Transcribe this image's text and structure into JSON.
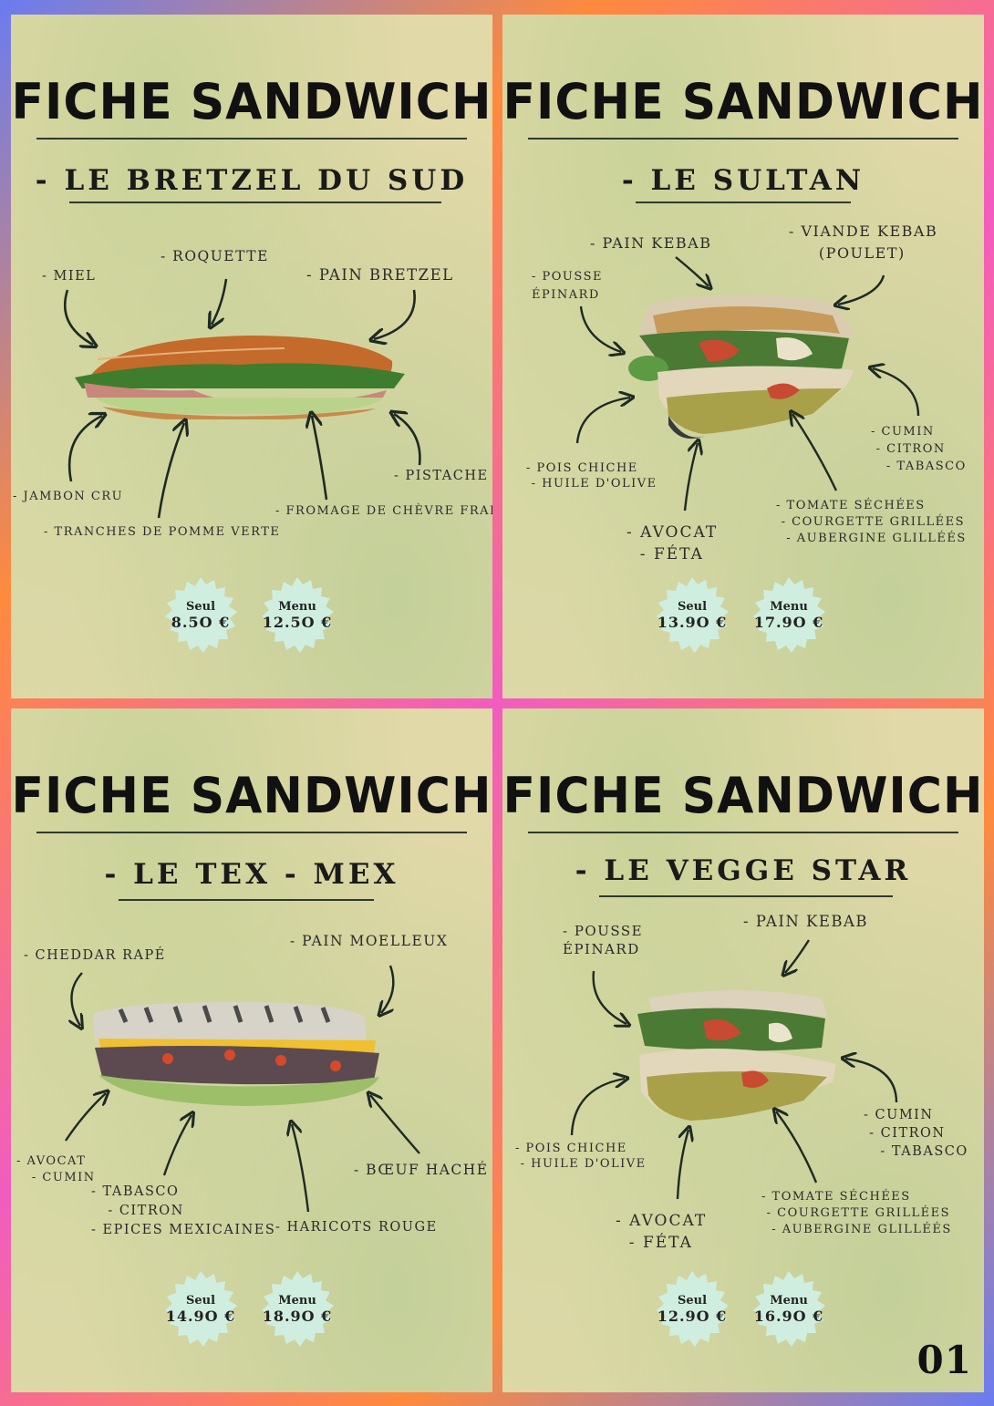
{
  "headline": "Fiche sandwich",
  "page_number": "01",
  "colors": {
    "badge": "#cfeee0",
    "ink": "#1a1a1a"
  },
  "cards": [
    {
      "name": "- LE BRETZEL DU SUD",
      "ingredients": [
        "- ROQUETTE",
        "- MIEL",
        "- PAIN BRETZEL",
        "- PISTACHE",
        "- JAMBON CRU",
        "- TRANCHES DE POMME VERTE",
        "- FROMAGE DE CHÈVRE FRAIS"
      ],
      "prices": [
        {
          "label": "Seul",
          "price": "8.5O €"
        },
        {
          "label": "Menu",
          "price": "12.5O €"
        }
      ]
    },
    {
      "name": "- LE SULTAN",
      "ingredients": [
        "- PAIN KEBAB",
        "- VIANDE KEBAB\n     (POULET)",
        "- POUSSE\nÉPINARD",
        "- POIS CHICHE\n - HUILE D'OLIVE",
        "- CUMIN\n - CITRON\n   - TABASCO",
        "- AVOCAT\n  - FÉTA",
        "- TOMATE SÉCHÉES\n - COURGETTE GRILLÉES\n  - AUBERGINE GLILLÉÉS"
      ],
      "prices": [
        {
          "label": "Seul",
          "price": "13.9O €"
        },
        {
          "label": "Menu",
          "price": "17.9O €"
        }
      ]
    },
    {
      "name": "- LE TEX - MEX",
      "ingredients": [
        "- CHEDDAR RAPÉ",
        "- PAIN MOELLEUX",
        "- AVOCAT\n   - CUMIN",
        "- TABASCO\n   - CITRON\n- EPICES MEXICAINES",
        "- HARICOTS ROUGE",
        "- BŒUF HACHÉ"
      ],
      "prices": [
        {
          "label": "Seul",
          "price": "14.9O €"
        },
        {
          "label": "Menu",
          "price": "18.9O €"
        }
      ]
    },
    {
      "name": "- LE VEGGE STAR",
      "ingredients": [
        "- POUSSE\nÉPINARD",
        "- PAIN KEBAB",
        "- POIS CHICHE\n - HUILE D'OLIVE",
        "- CUMIN\n - CITRON\n   - TABASCO",
        "- AVOCAT\n  - FÉTA",
        "- TOMATE SÉCHÉES\n - COURGETTE GRILLÉES\n  - AUBERGINE GLILLÉÉS"
      ],
      "prices": [
        {
          "label": "Seul",
          "price": "12.9O €"
        },
        {
          "label": "Menu",
          "price": "16.9O €"
        }
      ]
    }
  ]
}
